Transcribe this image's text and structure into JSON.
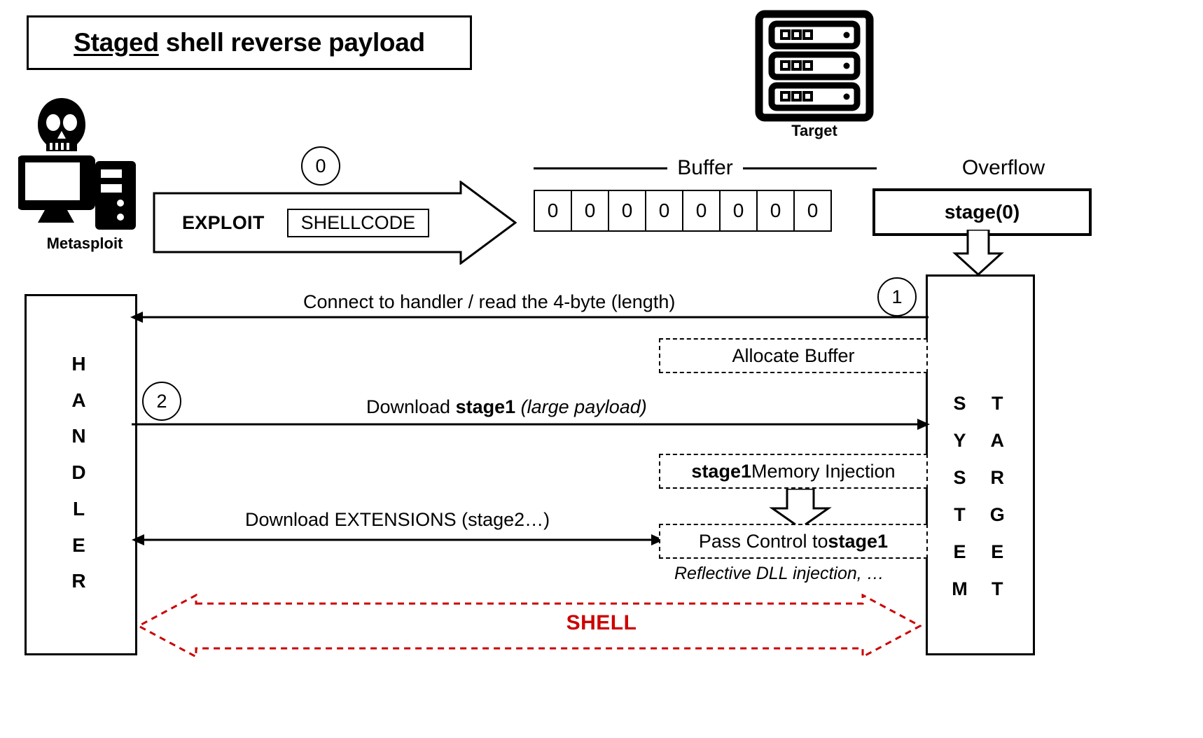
{
  "title": {
    "emphasis": "Staged",
    "rest": " shell reverse payload"
  },
  "actors": {
    "attacker": {
      "label": "Metasploit",
      "icon": "skull-computer-icon"
    },
    "target": {
      "label": "Target",
      "icon": "server-rack-icon"
    },
    "handler": {
      "label": "HANDLER",
      "letters": [
        "H",
        "A",
        "N",
        "D",
        "L",
        "E",
        "R"
      ]
    },
    "system_target": {
      "left_label": "SYSTEM",
      "right_label": "TARGET",
      "left_letters": [
        "S",
        "Y",
        "S",
        "T",
        "E",
        "M"
      ],
      "right_letters": [
        "T",
        "A",
        "R",
        "G",
        "E",
        "T"
      ]
    }
  },
  "steps": {
    "zero": "0",
    "one": "1",
    "two": "2"
  },
  "exploit": {
    "label": "EXPLOIT",
    "shellcode": "SHELLCODE"
  },
  "memory": {
    "buffer_label": "Buffer",
    "overflow_label": "Overflow",
    "buffer_cells": [
      "0",
      "0",
      "0",
      "0",
      "0",
      "0",
      "0",
      "0"
    ],
    "overflow_value": "stage(0)"
  },
  "messages": {
    "connect": "Connect to handler / read the 4-byte (length)",
    "download_stage1_pre": "Download ",
    "download_stage1_bold": "stage1",
    "download_stage1_italic": " (large payload)",
    "download_extensions": "Download EXTENSIONS (stage2…)"
  },
  "process_boxes": {
    "allocate_buffer": "Allocate Buffer",
    "memory_injection_bold": "stage1",
    "memory_injection_rest": " Memory Injection",
    "pass_control_pre": "Pass Control to ",
    "pass_control_bold": "stage1"
  },
  "notes": {
    "reflective": "Reflective DLL injection, …"
  },
  "shell": {
    "label": "SHELL",
    "color": "#cc0000"
  }
}
